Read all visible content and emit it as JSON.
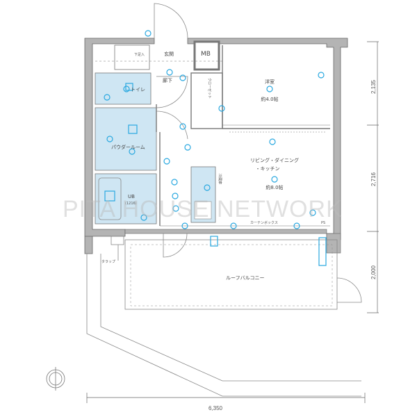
{
  "rooms": {
    "entrance": "玄関",
    "shoe_storage": "下足入",
    "mb": "MB",
    "western_room": "洋室",
    "western_room_size": "約4.0帖",
    "closet": "クローゼット",
    "toilet": "トイレ",
    "hallway": "廊下",
    "powder_room": "パウダールーム",
    "bath": "UB",
    "bath_size": "(1216)",
    "ldk_line1": "リビング・ダイニング",
    "ldk_line2": "・キッチン",
    "ldk_size": "約8.0帖",
    "fridge": "冷蔵庫",
    "curtain_box": "カーテンボックス",
    "ps": "PS",
    "roof_balcony": "ルーフバルコニー",
    "ladder": "タラップ"
  },
  "dimensions": {
    "right_top": "2,135",
    "right_middle": "2,716",
    "right_bottom": "2,000",
    "bottom_total": "6,350"
  },
  "watermark": "PITA HOUSE NETWORK",
  "colors": {
    "wall": "#b4b4b4",
    "wet_area": "#cfe6f3",
    "equipment": "#29a8e0",
    "line": "#777777"
  }
}
